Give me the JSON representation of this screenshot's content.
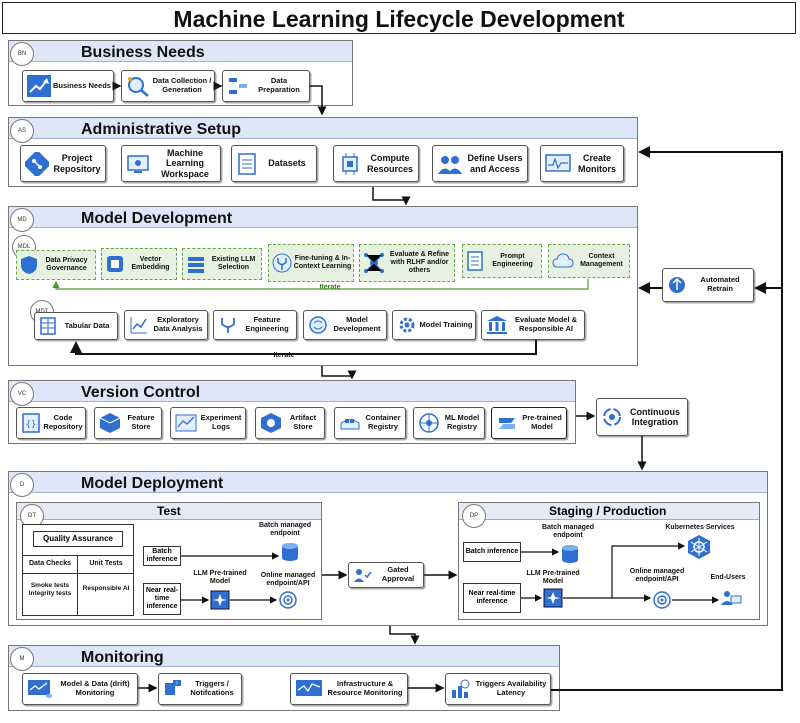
{
  "title": "Machine Learning Lifecycle Development",
  "business": {
    "tag": "BN",
    "title": "Business Needs",
    "items": [
      "Business Needs",
      "Data Collection / Generation",
      "Data Preparation"
    ]
  },
  "admin": {
    "tag": "AS",
    "title": "Administrative Setup",
    "items": [
      "Project Repository",
      "Machine Learning Workspace",
      "Datasets",
      "Compute Resources",
      "Define Users and Access",
      "Create Monitors"
    ]
  },
  "model_dev": {
    "tag": "MD",
    "title": "Model Development",
    "mdl_tag": "MDL",
    "mdt_tag": "MDT",
    "llm_items": [
      "Data Privacy Governance",
      "Vector Embedding",
      "Existing LLM Selection",
      "Fine-tuning & In-Context Learning",
      "Evaluate & Refine with RLHF and/or others",
      "Prompt Engineering",
      "Context Management"
    ],
    "iterate_llm": "Iterate",
    "tab_items": [
      "Tabular Data",
      "Exploratory Data Analysis",
      "Feature Engineering",
      "Model Development",
      "Model Training",
      "Evaluate Model & Responsible AI"
    ],
    "iterate_tab": "Iterate"
  },
  "automated_retrain": "Automated Retrain",
  "version": {
    "tag": "VC",
    "title": "Version Control",
    "items": [
      "Code Repository",
      "Feature Store",
      "Experiment Logs",
      "Artifact Store",
      "Container Registry",
      "ML Model Registry",
      "Pre-trained Model"
    ]
  },
  "continuous_integration": "Continuous Integration",
  "deployment": {
    "tag": "D",
    "title": "Model Deployment",
    "test": {
      "tag": "DT",
      "title": "Test",
      "qa": "Quality Assurance",
      "col1": "Data Checks",
      "col2": "Unit Tests",
      "cell1": "Smoke tests Integrity tests",
      "cell2": "Responsible AI",
      "batch_inference": "Batch inference",
      "near_rt": "Near real-time inference",
      "batch_endpoint": "Batch managed endpoint",
      "llm_model": "LLM Pre-trained Model",
      "online_endpoint": "Online managed endpoint/API"
    },
    "gated": "Gated Approval",
    "prod": {
      "tag": "DP",
      "title": "Staging / Production",
      "batch_inference": "Batch inference",
      "near_rt": "Near real-time inference",
      "batch_endpoint": "Batch managed endpoint",
      "llm_model": "LLM Pre-trained Model",
      "online_endpoint": "Online managed endpoint/API",
      "k8s": "Kubernetes Services",
      "end_users": "End-Users"
    }
  },
  "monitoring": {
    "tag": "M",
    "title": "Monitoring",
    "items": [
      "Model & Data (drift) Monitoring",
      "Triggers / Notifcations",
      "Infrastructure & Resource Monitoring",
      "Triggers Availability Latency"
    ]
  }
}
